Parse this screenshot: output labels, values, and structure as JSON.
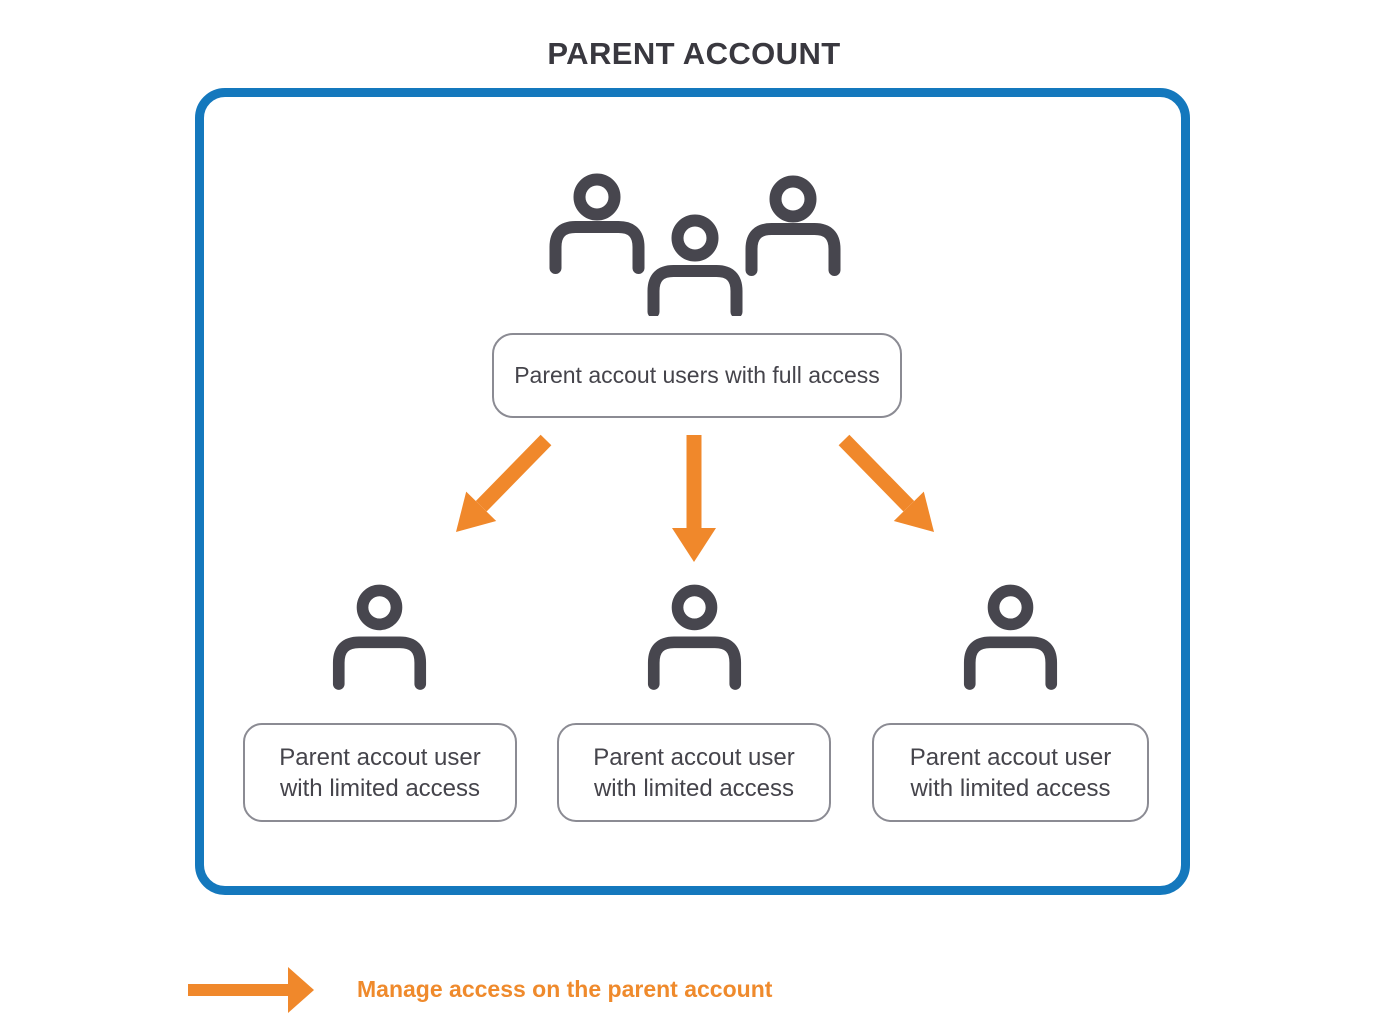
{
  "page": {
    "title": "PARENT ACCOUNT"
  },
  "nodes": {
    "full_access": {
      "label": "Parent accout users with full access"
    },
    "limited": [
      {
        "line1": "Parent accout user",
        "line2": "with limited access"
      },
      {
        "line1": "Parent accout user",
        "line2": "with limited access"
      },
      {
        "line1": "Parent accout user",
        "line2": "with limited access"
      }
    ]
  },
  "legend": {
    "label": "Manage access on the parent account"
  },
  "icons": {
    "group_users": "group-users-icon",
    "single_user": "single-user-icon",
    "down_left_arrow": "down-left-arrow-icon",
    "down_arrow": "down-arrow-icon",
    "down_right_arrow": "down-right-arrow-icon",
    "right_arrow": "right-arrow-icon"
  },
  "colors": {
    "container_border_blue": "#1478BD",
    "arrow_orange": "#F0882B",
    "legend_text_orange": "#EF8A2C",
    "icon_gray": "#47464E",
    "node_border_gray": "#8B8B93",
    "node_text_gray": "#45444B",
    "title_gray": "#39383F"
  }
}
